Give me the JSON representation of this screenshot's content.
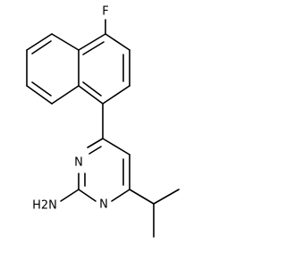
{
  "molecule": {
    "atom_labels": {
      "fluorine": "F",
      "ring_nitrogen_top": "N",
      "ring_nitrogen_bottom": "N",
      "amine": "H2N"
    },
    "colors": {
      "bond": "#000000",
      "label": "#000000",
      "background": "#ffffff"
    }
  }
}
